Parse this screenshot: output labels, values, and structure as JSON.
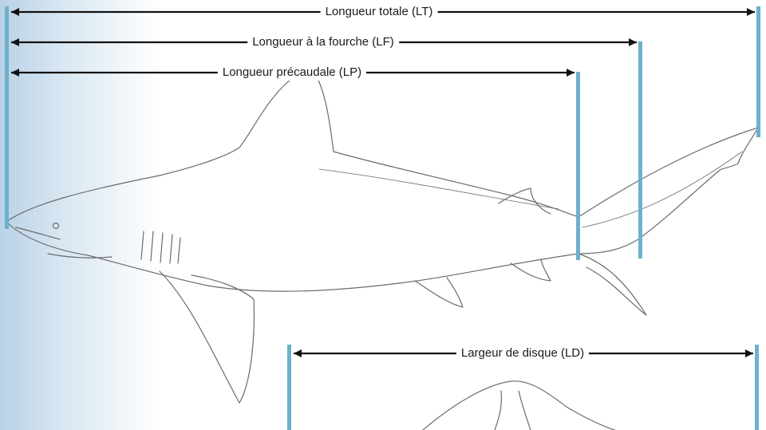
{
  "measurements": {
    "total_length": "Longueur totale (LT)",
    "fork_length": "Longueur à la fourche (LF)",
    "precaudal_length": "Longueur précaudale (LP)",
    "disc_width": "Largeur de disque (LD)"
  },
  "colors": {
    "marker_bar": "#6fb0cc",
    "arrow": "#111111",
    "outline": "#6b6b6b",
    "gradient": "#b9d2e6"
  }
}
